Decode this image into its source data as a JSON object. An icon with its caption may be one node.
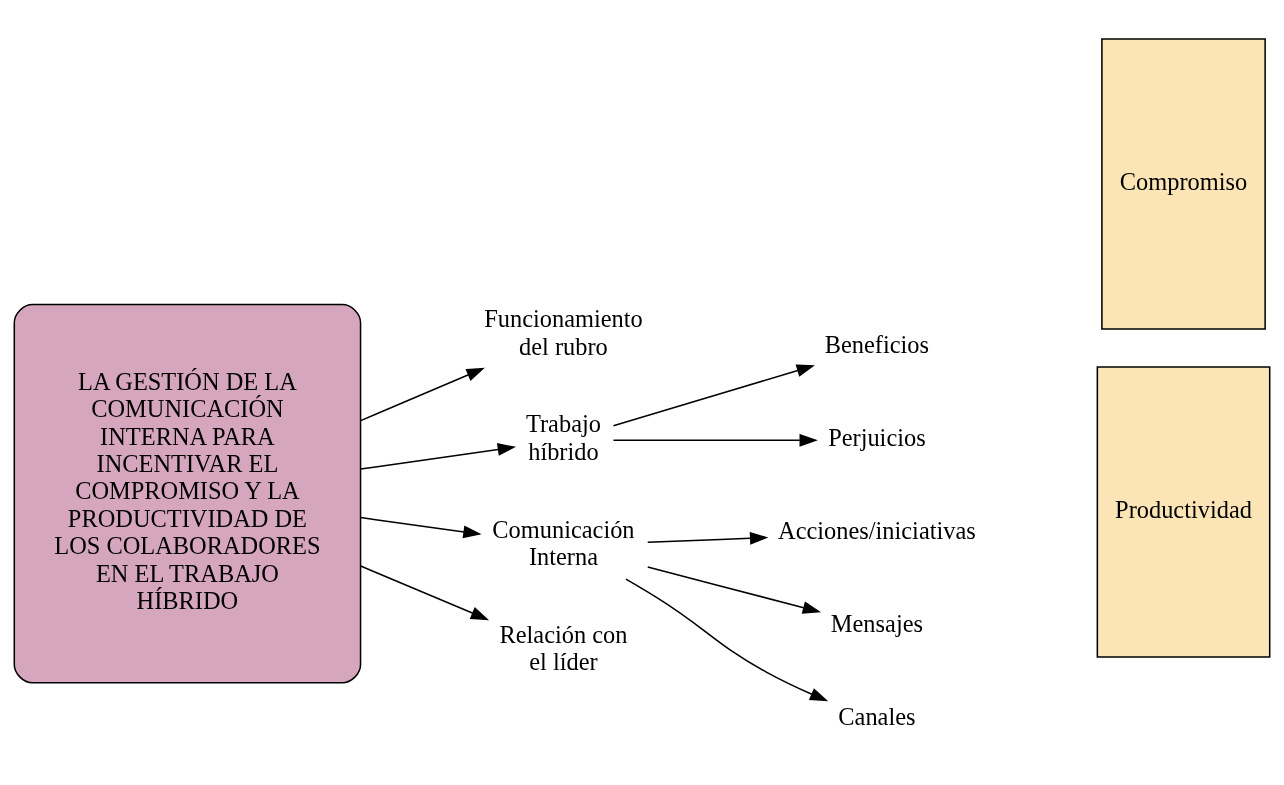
{
  "diagram": {
    "nodes": [
      {
        "text": [
          "LA GESTIÓN DE LA COMUNICACIÓN INTERNA PARA INCENTIVAR EL COMPROMISO Y LA PRODUCTIVIDAD DE LOS COLABORADORES EN EL TRABAJO HÍBRIDO"
        ]
      },
      {
        "text": [
          "Funcionamiento del rubro"
        ]
      },
      {
        "text": [
          "Trabajo híbrido"
        ]
      },
      {
        "text": [
          "Comunicación Interna"
        ]
      },
      {
        "text": [
          "Relación con el líder"
        ]
      },
      {
        "text": [
          "Beneficios"
        ]
      },
      {
        "text": [
          "Perjuicios"
        ]
      },
      {
        "text": [
          "Acciones/iniciativas"
        ]
      },
      {
        "text": [
          "Mensajes"
        ]
      },
      {
        "text": [
          "Canales"
        ]
      },
      {
        "text": [
          "Compromiso"
        ]
      },
      {
        "text": [
          "Productividad"
        ]
      }
    ],
    "edges": [
      {
        "from": 0,
        "to": 1,
        "arrow": "to"
      },
      {
        "from": 0,
        "to": 2,
        "arrow": "to"
      },
      {
        "from": 0,
        "to": 3,
        "arrow": "to"
      },
      {
        "from": 0,
        "to": 4,
        "arrow": "to"
      },
      {
        "from": 2,
        "to": 5,
        "arrow": "to"
      },
      {
        "from": 2,
        "to": 6,
        "arrow": "to"
      },
      {
        "from": 3,
        "to": 7,
        "arrow": "to"
      },
      {
        "from": 3,
        "to": 8,
        "arrow": "to"
      },
      {
        "from": 3,
        "to": 9,
        "arrow": "to"
      }
    ]
  }
}
